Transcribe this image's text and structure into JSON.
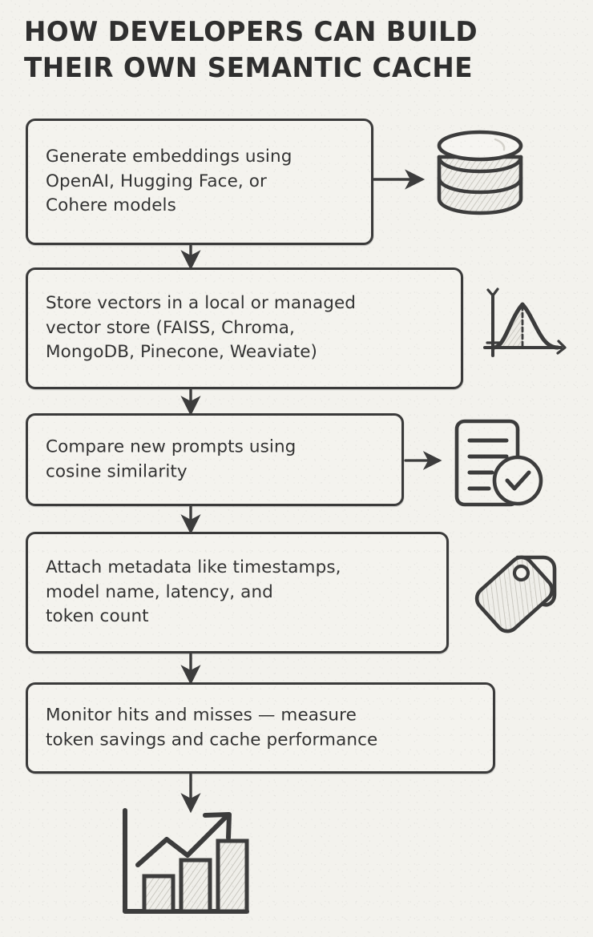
{
  "title": {
    "line1": "HOW DEVELOPERS CAN BUILD",
    "line2": "THEIR OWN SEMANTIC CACHE",
    "full": "HOW DEVELOPERS CAN BUILD THEIR OWN SEMANTIC CACHE"
  },
  "theme": {
    "background": "#f3f2ed",
    "ink": "#3a3a3a",
    "text": "#333333",
    "box_fill": "#f4f3ee",
    "hatch": "#bdbbb4"
  },
  "steps": [
    {
      "id": "step-1",
      "index": 1,
      "text": "Generate embeddings using OpenAI, Hugging Face, or Cohere models",
      "lines": [
        "Generate embeddings using",
        "OpenAI, Hugging Face, or",
        "Cohere models"
      ],
      "icon": "database-icon",
      "icon_label": "database cylinder",
      "connector_to_icon": "arrow-right"
    },
    {
      "id": "step-2",
      "index": 2,
      "text": "Store vectors in a local or managed vector store (FAISS, Chroma, MongoDB, Pinecone, Weaviate)",
      "lines": [
        "Store vectors in a local or managed",
        "vector store (FAISS, Chroma,",
        "MongoDB, Pinecone, Weaviate)"
      ],
      "icon": "bell-curve-chart-icon",
      "icon_label": "normal distribution curve with axes",
      "connector_to_icon": "none"
    },
    {
      "id": "step-3",
      "index": 3,
      "text": "Compare new prompts using cosine similarity",
      "lines": [
        "Compare new prompts using",
        "cosine similarity"
      ],
      "icon": "document-check-icon",
      "icon_label": "document with check circle",
      "connector_to_icon": "arrow-right"
    },
    {
      "id": "step-4",
      "index": 4,
      "text": "Attach metadata like timestamps, model name, latency, and token count",
      "lines": [
        "Attach metadata like timestamps,",
        "model name, latency, and",
        "token count"
      ],
      "icon": "tags-icon",
      "icon_label": "two overlapping price tags",
      "connector_to_icon": "none"
    },
    {
      "id": "step-5",
      "index": 5,
      "text": "Monitor hits and misses — measure token savings and cache performance",
      "lines": [
        "Monitor hits and misses — measure",
        "token savings and cache performance"
      ],
      "icon": "bar-chart-growth-icon",
      "icon_label": "bar chart with rising trend arrow",
      "connector_to_icon": "arrow-down"
    }
  ],
  "connectors": [
    {
      "name": "connector-1-to-2",
      "from": "step-1",
      "to": "step-2",
      "type": "arrow-down"
    },
    {
      "name": "connector-2-to-3",
      "from": "step-2",
      "to": "step-3",
      "type": "arrow-down"
    },
    {
      "name": "connector-3-to-4",
      "from": "step-3",
      "to": "step-4",
      "type": "arrow-down"
    },
    {
      "name": "connector-4-to-5",
      "from": "step-4",
      "to": "step-5",
      "type": "arrow-down"
    },
    {
      "name": "connector-5-to-chart",
      "from": "step-5",
      "to": "bar-chart-growth-icon",
      "type": "arrow-down"
    }
  ]
}
